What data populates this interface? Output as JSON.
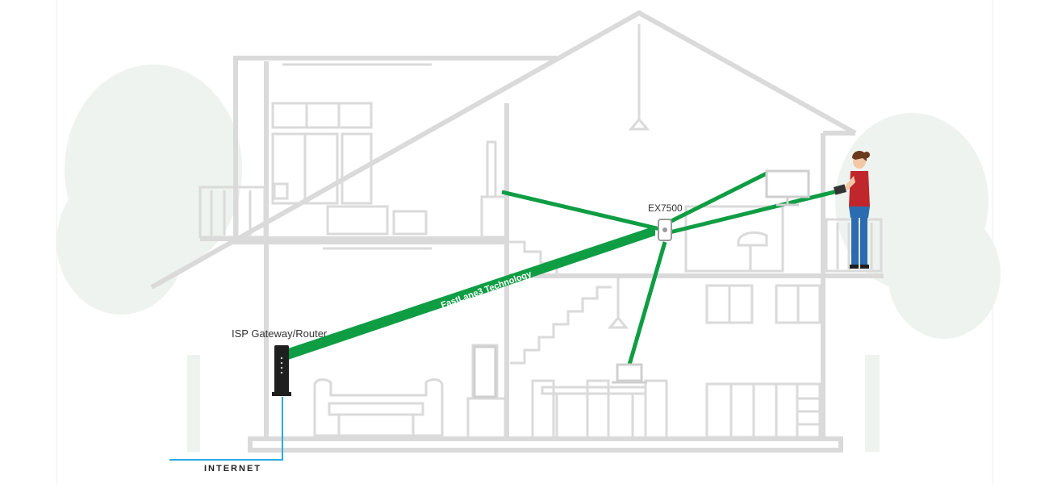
{
  "diagram": {
    "labels": {
      "gateway": "ISP Gateway/Router",
      "extender": "EX7500",
      "backhaul": "FastLane3 Technology",
      "internet": "INTERNET"
    },
    "colors": {
      "house_outline": "#dadada",
      "tree": "#eef3ef",
      "connection": "#0f9d44",
      "cable": "#29abe2",
      "router": "#1f1f1f",
      "person_top": "#c0272d",
      "person_pants": "#2b6cb0",
      "person_hair": "#6b3a1e",
      "page_border": "#eeeeee"
    },
    "icons": [
      "router-icon",
      "extender-icon",
      "person-icon",
      "monitor-icon",
      "laptop-icon",
      "tv-icon",
      "tablet-icon",
      "tree-icon"
    ]
  }
}
